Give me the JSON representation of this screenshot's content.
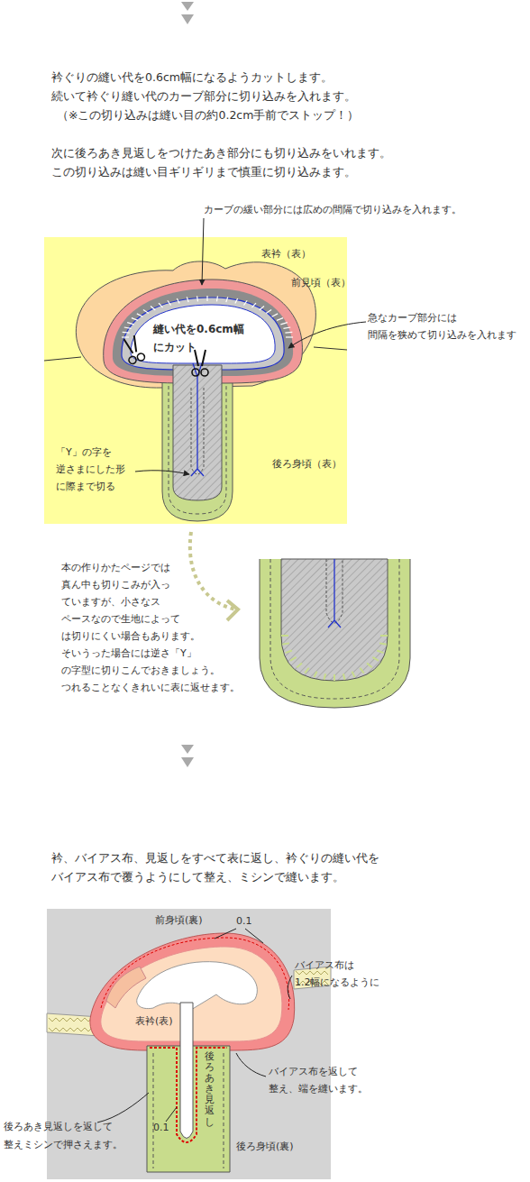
{
  "diagram": {
    "labels": [
      "衿ぐりの縫い代を0.6cm幅になるようカットします。",
      "続いて衿ぐり縫い代のカーブ部分に切り込みを入れます。",
      "（※この切り込みは縫い目の約0.2cm手前でストップ！）",
      "次に後ろあき見返しをつけたあき部分にも切り込みをいれます。",
      "この切り込みは縫い目ギリギリまで慎重に切り込みます。",
      "カーブの緩い部分には広めの間隔で切り込みを入れます。",
      "表衿（表）",
      "前見頃（表）",
      "急なカーブ部分には",
      "間隔を狭めて切り込みを入れます",
      "縫い代を0.6cm幅",
      "にカット",
      "「Y」の字を",
      "逆さまにした形",
      "に際まで切る",
      "後ろ身頃（表）",
      "本の作りかたページでは",
      "真ん中も切りこみが入っ",
      "ていますが、小さなス",
      "ペースなので生地によって",
      "は切りにくい場合もあります。",
      "そいうった場合には逆さ「Y」",
      "の字型に切りこんでおきましょう。",
      "つれることなくきれいに表に返せます。",
      "衿、バイアス布、見返しをすべて表に返し、衿ぐりの縫い代を",
      "バイアス布で覆うようにして整え、ミシンで縫います。",
      "前身頃(裏)",
      "0.1",
      "バイアス布は",
      "1.2幅になるように",
      "表衿(表)",
      "後ろあき見返し",
      "バイアス布を返して",
      "整え、端を縫います。",
      "0.1",
      "後ろあき見返しを返して",
      "整えミシンで押さえます。",
      "後ろ身頃(裏)"
    ]
  }
}
